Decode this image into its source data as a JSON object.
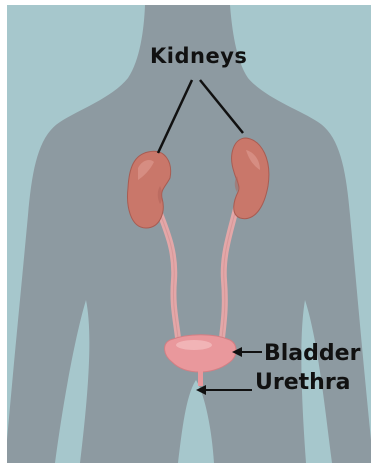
{
  "labels": {
    "kidneys": "Kidneys",
    "bladder": "Bladder",
    "urethra": "Urethra"
  },
  "colors": {
    "background": "#a6c7cc",
    "body_silhouette": "#8d9aa1",
    "kidney": "#c9776a",
    "ureter": "#e3a7a8",
    "bladder": "#e9989c",
    "pointer": "#111111"
  },
  "icons": {
    "body": "human-torso-silhouette",
    "kidneys": "kidney-pair",
    "bladder": "bladder-shape"
  }
}
